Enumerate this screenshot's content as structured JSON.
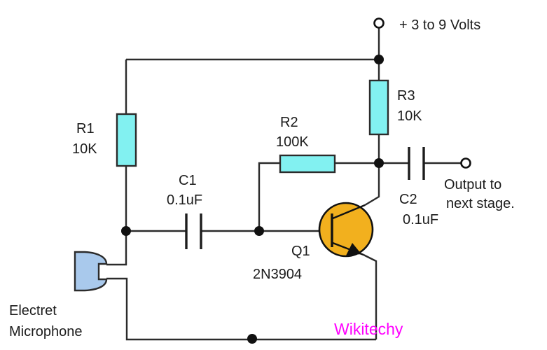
{
  "diagram": {
    "type": "schematic",
    "description": "Electret microphone preamplifier circuit with NPN transistor"
  },
  "components": {
    "supply": {
      "label": "+ 3 to 9 Volts"
    },
    "r1": {
      "name": "R1",
      "value": "10K"
    },
    "r2": {
      "name": "R2",
      "value": "100K"
    },
    "r3": {
      "name": "R3",
      "value": "10K"
    },
    "c1": {
      "name": "C1",
      "value": "0.1uF"
    },
    "c2": {
      "name": "C2",
      "value": "0.1uF"
    },
    "q1": {
      "name": "Q1",
      "value": "2N3904"
    },
    "mic": {
      "label_line1": "Electret",
      "label_line2": "Microphone"
    },
    "output": {
      "label_line1": "Output to",
      "label_line2": "next stage."
    }
  },
  "watermark": {
    "text": "Wikitechy"
  },
  "colors": {
    "resistor_fill": "#82f1f1",
    "transistor_fill": "#f2b01e",
    "microphone_fill": "#a9c9ec",
    "watermark": "#ff00ff",
    "wire": "#2b2b2b"
  }
}
